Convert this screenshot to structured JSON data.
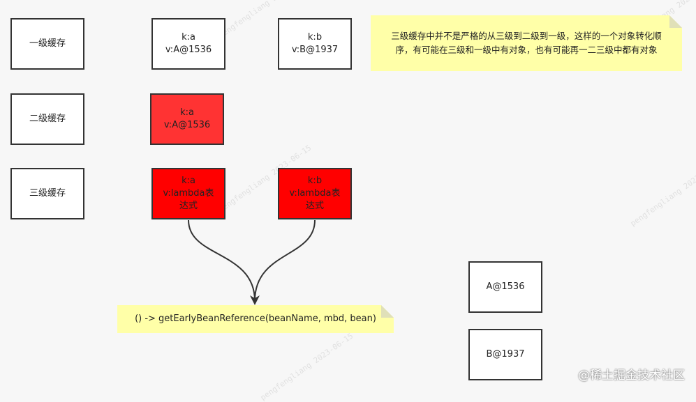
{
  "labels": {
    "level1": "一级缓存",
    "level2": "二级缓存",
    "level3": "三级缓存"
  },
  "level1": {
    "entry_a": {
      "key": "k:a",
      "value": "v:A@1536"
    },
    "entry_b": {
      "key": "k:b",
      "value": "v:B@1937"
    }
  },
  "level2": {
    "entry_a": {
      "key": "k:a",
      "value": "v:A@1536"
    }
  },
  "level3": {
    "entry_a": {
      "key": "k:a",
      "value_line1": "v:lambda表",
      "value_line2": "达式"
    },
    "entry_b": {
      "key": "k:b",
      "value_line1": "v:lambda表",
      "value_line2": "达式"
    }
  },
  "note_top": {
    "line1": "三级缓存中并不是严格的从三级到二级到一级，这样的一个对象转化顺",
    "line2": "序，有可能在三级和一级中有对象，也有可能再一二三级中都有对象"
  },
  "note_lambda": "() -> getEarlyBeanReference(beanName, mbd, bean)",
  "objects": {
    "a": "A@1536",
    "b": "B@1937"
  },
  "watermark": "pengfengliang 2023-06-15",
  "brand": "@稀土掘金技术社区",
  "colors": {
    "cache_red": "#ff0000",
    "cache_red_light": "#ff3333",
    "note_yellow": "#ffffa8",
    "border": "#333333"
  }
}
